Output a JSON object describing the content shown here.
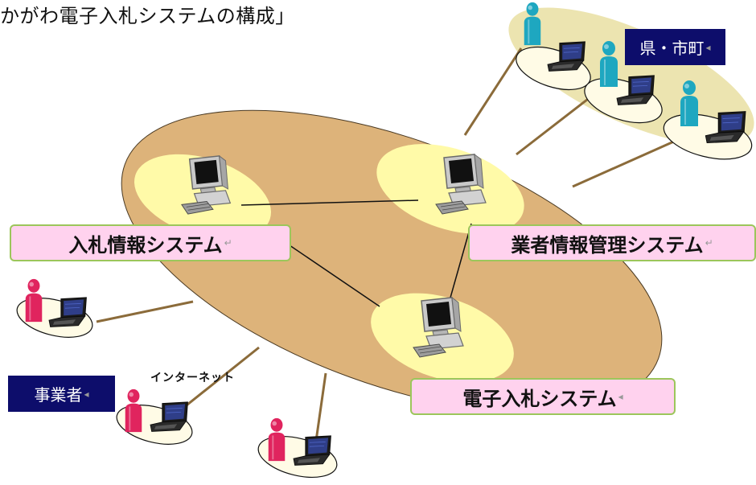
{
  "title": "かがわ電子入札システムの構成」",
  "systems": {
    "info": "入札情報システム",
    "vendor": "業者情報管理システム",
    "ebid": "電子入札システム"
  },
  "groups": {
    "government": "県・市町",
    "business": "事業者"
  },
  "network_label": "インターネット",
  "colors": {
    "main_ellipse": "#ddb37a",
    "hub_ellipse": "#fffaa8",
    "gov_band": "#ece4b0",
    "label_bg": "#ffd2ee",
    "label_border": "#9cc65b",
    "navy": "#0d0d6b",
    "gov_person": "#1ea7c0",
    "business_person": "#e0245e"
  }
}
